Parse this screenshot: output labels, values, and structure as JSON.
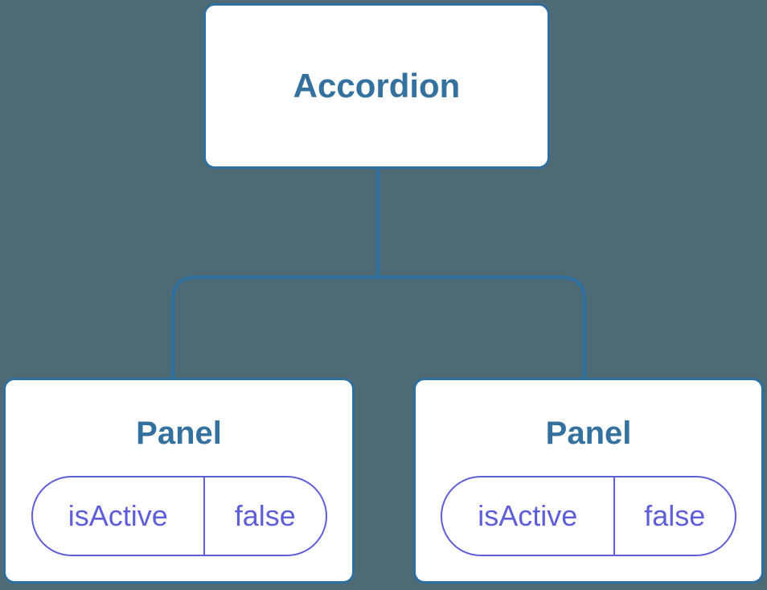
{
  "diagram": {
    "type": "component-tree",
    "root": {
      "label": "Accordion"
    },
    "children": [
      {
        "label": "Panel",
        "state": {
          "key": "isActive",
          "value": "false"
        }
      },
      {
        "label": "Panel",
        "state": {
          "key": "isActive",
          "value": "false"
        }
      }
    ]
  },
  "colors": {
    "background": "#4D6A75",
    "line": "#2E6F9D",
    "node_fill": "#FFFFFF",
    "node_text": "#35719F",
    "state_accent": "#5E5FD8"
  }
}
